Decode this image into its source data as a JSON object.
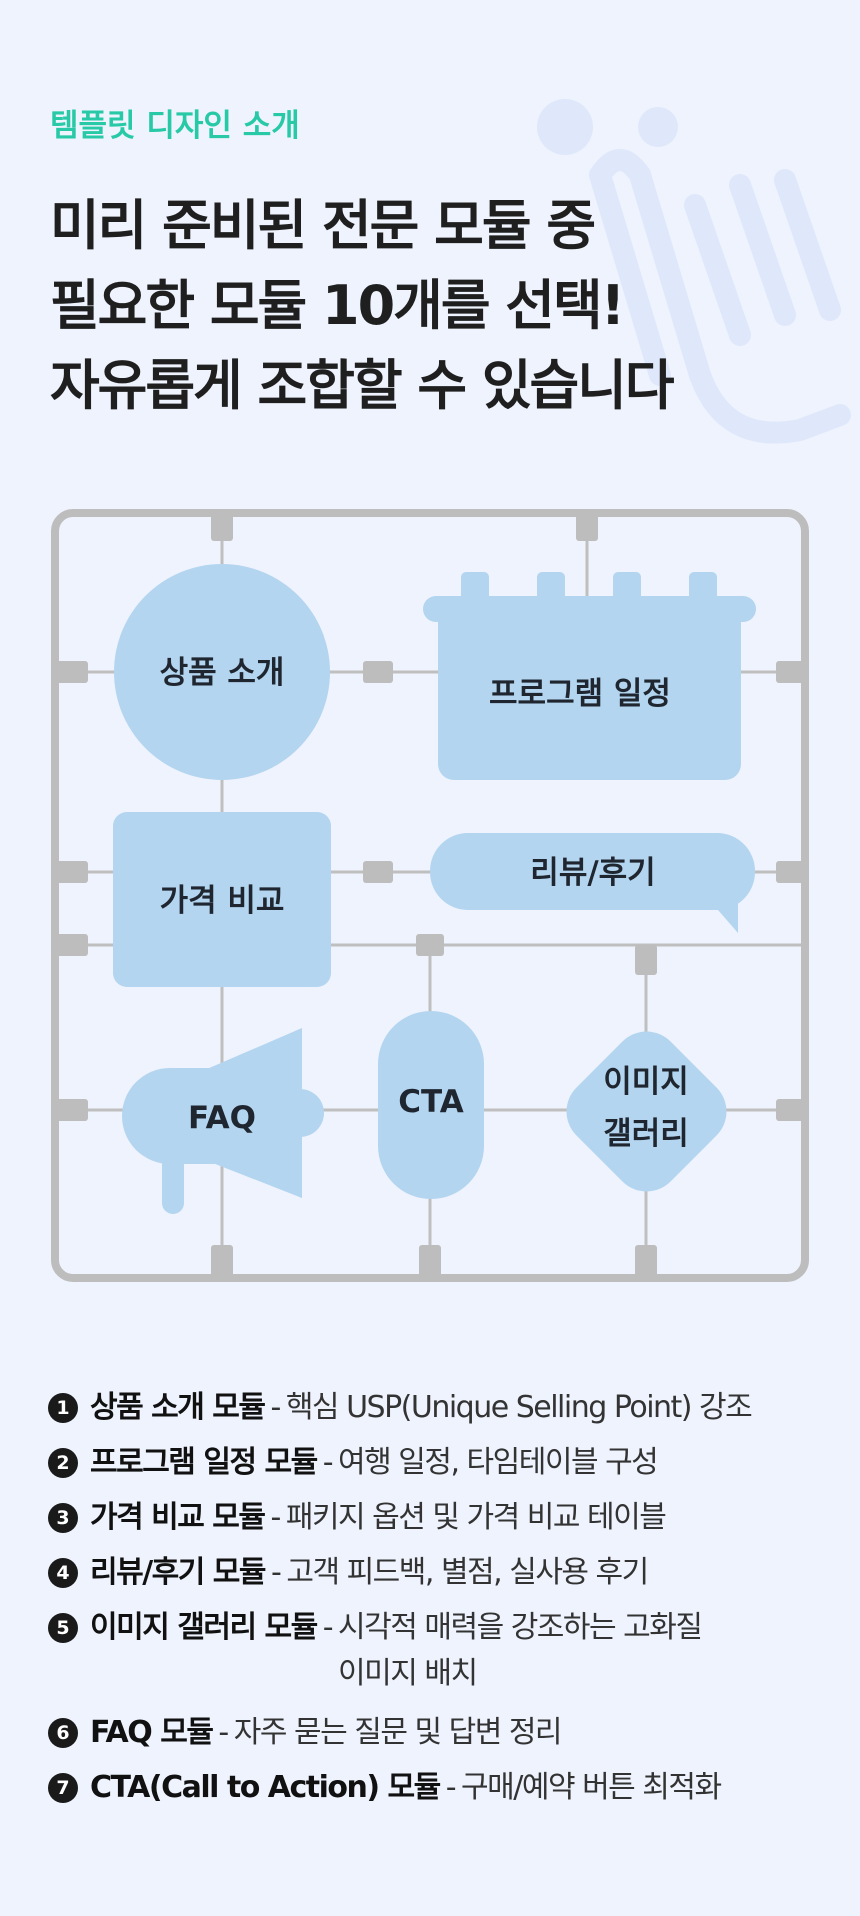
{
  "eyebrow": "템플릿 디자인 소개",
  "headline": {
    "line1": "미리 준비된 전문 모듈 중",
    "line2": "필요한 모듈 10개를 선택!",
    "line3": "자유롭게 조합할 수 있습니다"
  },
  "decoration": {
    "icon": "pointing-hand-icon"
  },
  "modules": {
    "product_intro": "상품 소개",
    "program_schedule": "프로그램 일정",
    "price_compare": "가격 비교",
    "review": "리뷰/후기",
    "faq": "FAQ",
    "cta": "CTA",
    "gallery_line1": "이미지",
    "gallery_line2": "갤러리"
  },
  "colors": {
    "background": "#eef3fd",
    "accent": "#27c9a6",
    "module_fill": "#b3d5f0",
    "sprue_frame": "#bdbdbd",
    "text": "#1f1f1f"
  },
  "list": [
    {
      "num": "1",
      "title": "상품 소개 모듈",
      "desc": "핵심 USP(Unique Selling Point) 강조"
    },
    {
      "num": "2",
      "title": "프로그램 일정 모듈",
      "desc": "여행 일정, 타임테이블 구성"
    },
    {
      "num": "3",
      "title": "가격 비교 모듈",
      "desc": "패키지 옵션 및 가격 비교 테이블"
    },
    {
      "num": "4",
      "title": "리뷰/후기 모듈",
      "desc": "고객 피드백, 별점, 실사용 후기"
    },
    {
      "num": "5",
      "title": "이미지 갤러리 모듈",
      "desc": "시각적 매력을 강조하는 고화질",
      "desc2": "이미지 배치"
    },
    {
      "num": "6",
      "title": "FAQ 모듈",
      "desc": "자주 묻는 질문 및 답변 정리"
    },
    {
      "num": "7",
      "title": "CTA(Call to Action) 모듈",
      "desc": "구매/예약 버튼 최적화"
    }
  ]
}
